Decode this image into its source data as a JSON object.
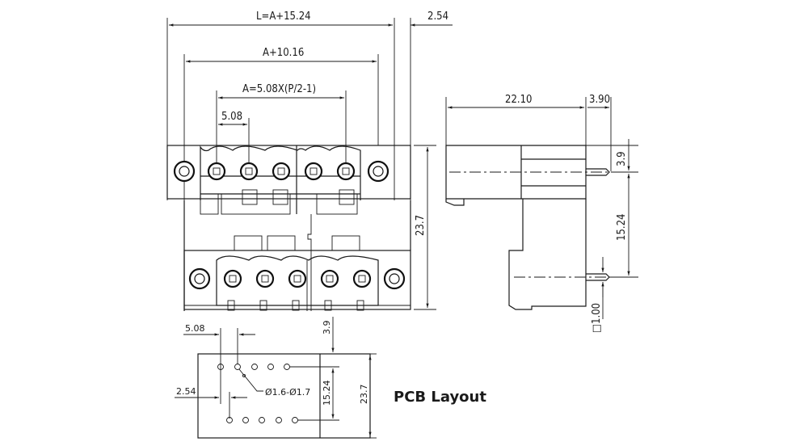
{
  "drawing": {
    "title": "PCB Layout",
    "front_view": {
      "dimensions": {
        "overall_length": "L=A+15.24",
        "flange_offset": "2.54",
        "inner_span": "A+10.16",
        "pitch_formula": "A=5.08X(P/2-1)",
        "pitch": "5.08",
        "height": "23.7"
      },
      "top_row_terminals": 5,
      "bottom_row_terminals": 5
    },
    "side_view": {
      "dimensions": {
        "body_depth": "22.10",
        "pin_length": "3.90",
        "top_offset": "3.9",
        "row_spacing": "15.24",
        "pin_size": "□1.00"
      }
    },
    "pcb_layout": {
      "dimensions": {
        "pitch": "5.08",
        "row_stagger": "2.54",
        "hole_diameter": "Ø1.6-Ø1.7",
        "top_offset": "3.9",
        "row_spacing": "15.24",
        "height": "23.7"
      },
      "top_row_holes": 5,
      "bottom_row_holes": 5
    }
  }
}
